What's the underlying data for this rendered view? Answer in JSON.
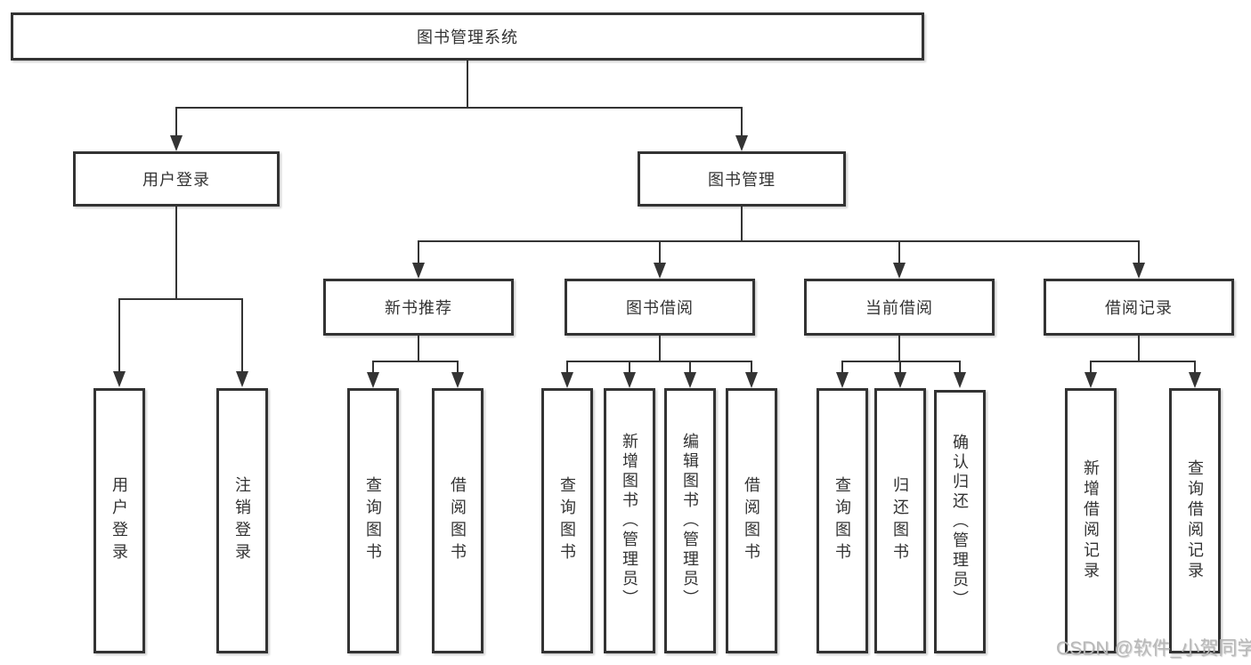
{
  "diagram_title": "图书管理系统",
  "nodes": {
    "root": {
      "label": "图书管理系统"
    },
    "user_login": {
      "label": "用户登录"
    },
    "book_mgmt": {
      "label": "图书管理"
    },
    "new_recommend": {
      "label": "新书推荐"
    },
    "book_borrow": {
      "label": "图书借阅"
    },
    "current_borrow": {
      "label": "当前借阅"
    },
    "borrow_record": {
      "label": "借阅记录"
    }
  },
  "leaves": [
    {
      "label": "用户登录"
    },
    {
      "label": "注销登录"
    },
    {
      "label": "查询图书"
    },
    {
      "label": "借阅图书"
    },
    {
      "label": "查询图书"
    },
    {
      "label": "新增图书（管理员）"
    },
    {
      "label": "编辑图书（管理员）"
    },
    {
      "label": "借阅图书"
    },
    {
      "label": "查询图书"
    },
    {
      "label": "归还图书"
    },
    {
      "label": "确认归还（管理员）"
    },
    {
      "label": "新增借阅记录"
    },
    {
      "label": "查询借阅记录"
    }
  ],
  "watermark": "CSDN @软件_小贺同学",
  "colors": {
    "line": "#343434",
    "border": "#333333",
    "text": "#333333",
    "watermark": "#b8b8b8",
    "background": "#ffffff"
  }
}
